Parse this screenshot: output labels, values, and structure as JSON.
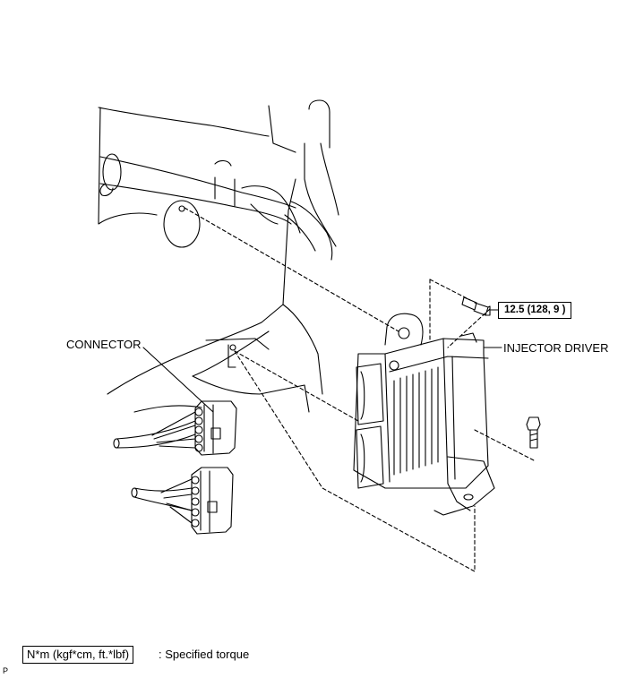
{
  "labels": {
    "connector": "CONNECTOR",
    "injector_driver": "INJECTOR DRIVER",
    "torque_value": "12.5 (128, 9 )"
  },
  "legend": {
    "unit_box": "N*m (kgf*cm, ft.*lbf)",
    "description": ": Specified torque"
  },
  "corner_mark": "P"
}
